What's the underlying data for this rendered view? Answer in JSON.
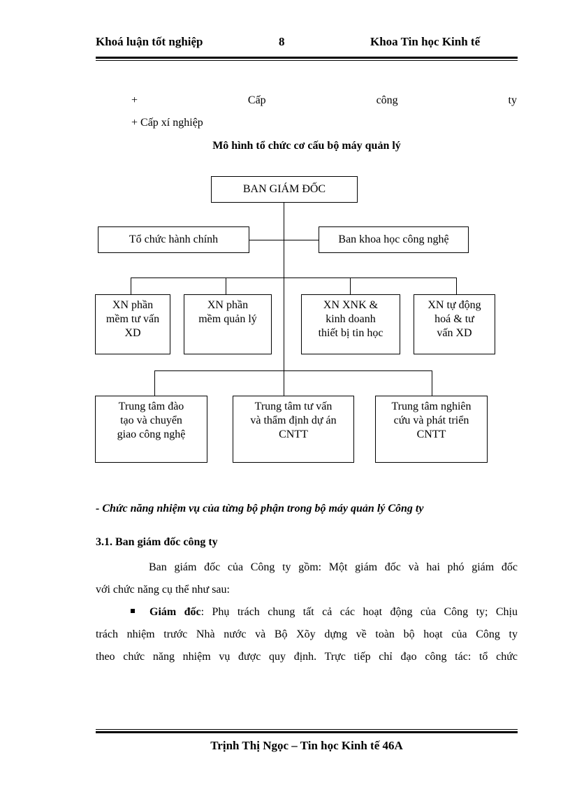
{
  "header": {
    "left": "Khoá luận tốt nghiệp",
    "page_number": "8",
    "right": "Khoa Tin học Kinh tế"
  },
  "intro": {
    "line1": [
      "+",
      "Cấp",
      "công",
      "ty"
    ],
    "line2": "+ Cấp xí nghiệp"
  },
  "diagram": {
    "title": "Mô hình tổ chức cơ cấu bộ máy quản lý",
    "root": "BAN GIÁM ĐỐC",
    "staff_left": "Tổ chức hành chính",
    "staff_right": "Ban khoa học công nghệ",
    "enterprises": [
      {
        "lines": [
          "XN phần",
          "mềm tư vấn",
          "XD"
        ]
      },
      {
        "lines": [
          "XN phần",
          "mềm quản lý"
        ]
      },
      {
        "lines": [
          "XN XNK &",
          "kinh doanh",
          "thiết bị tin học"
        ]
      },
      {
        "lines": [
          "XN tự động",
          "hoá & tư",
          "vấn XD"
        ]
      }
    ],
    "centers": [
      {
        "lines": [
          "Trung tâm đào",
          "tạo và chuyển",
          "giao công nghệ"
        ]
      },
      {
        "lines": [
          "Trung tâm tư vấn",
          "và thẩm định dự án",
          "CNTT"
        ]
      },
      {
        "lines": [
          "Trung tâm nghiên",
          "cứu và phát triển",
          "CNTT"
        ]
      }
    ]
  },
  "section_heading": "- Chức năng nhiệm vụ của từng bộ phận trong bộ máy quản lý Công ty",
  "subheading": "3.1. Ban giám đốc công ty",
  "paragraph1": {
    "line1": "Ban giám đốc của Công ty gồm: Một giám đốc và hai phó giám đốc",
    "line2": "với chức năng cụ thể như sau:"
  },
  "bullet": {
    "term": "Giám đốc",
    "line1_rest": ": Phụ trách chung tất cả các hoạt động của Công ty; Chịu",
    "line2": "trách nhiệm trước Nhà nước và Bộ Xõy dựng về toàn bộ hoạt của Công ty",
    "line3": "theo chức năng nhiệm vụ được quy định. Trực tiếp chỉ đạo công tác: tổ chức"
  },
  "footer": {
    "text": "Trịnh Thị Ngọc – Tin học Kinh tế 46A"
  }
}
